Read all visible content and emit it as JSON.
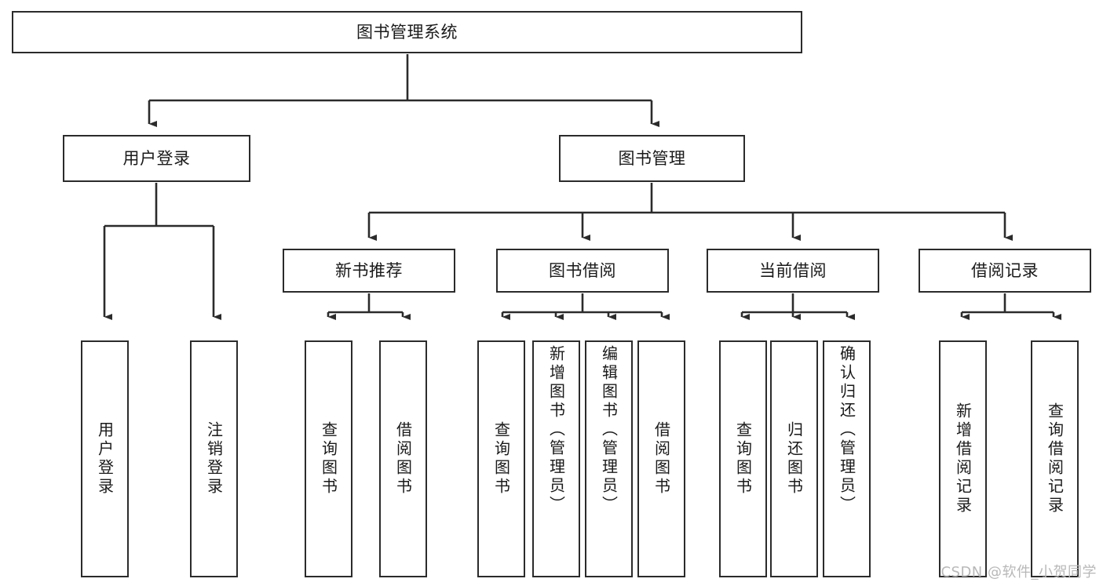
{
  "diagram": {
    "title": "图书管理系统",
    "type": "tree-hierarchy-diagram",
    "watermark": "CSDN @软件_小贺同学",
    "colors": {
      "background": "#ffffff",
      "box_border": "#2b2b2b",
      "box_fill": "#ffffff",
      "connector": "#2b2b2b",
      "text": "#1a1a1a",
      "watermark": "#b8b8b8"
    },
    "nodes": {
      "root": {
        "label": "图书管理系统"
      },
      "level2": [
        {
          "label": "用户登录"
        },
        {
          "label": "图书管理"
        }
      ],
      "level3": [
        {
          "label": "新书推荐"
        },
        {
          "label": "图书借阅"
        },
        {
          "label": "当前借阅"
        },
        {
          "label": "借阅记录"
        }
      ],
      "leaves": {
        "user_login": [
          {
            "label": "用户登录"
          },
          {
            "label": "注销登录"
          }
        ],
        "new_book_recommend": [
          {
            "label": "查询图书"
          },
          {
            "label": "借阅图书"
          }
        ],
        "book_borrow": [
          {
            "label": "查询图书"
          },
          {
            "label": "新增图书（管理员）"
          },
          {
            "label": "编辑图书（管理员）"
          },
          {
            "label": "借阅图书"
          }
        ],
        "current_borrow": [
          {
            "label": "查询图书"
          },
          {
            "label": "归还图书"
          },
          {
            "label": "确认归还（管理员）"
          }
        ],
        "borrow_record": [
          {
            "label": "新增借阅记录"
          },
          {
            "label": "查询借阅记录"
          }
        ]
      }
    }
  }
}
